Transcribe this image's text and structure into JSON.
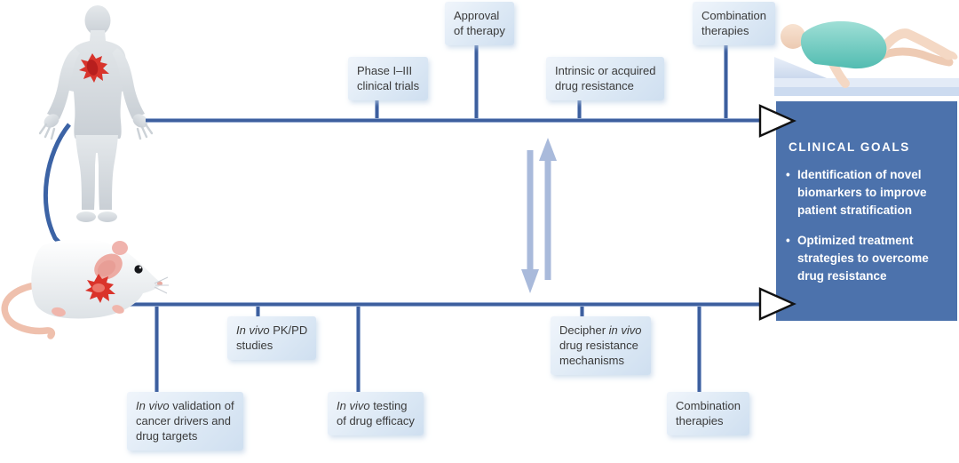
{
  "figure": {
    "top_track": {
      "labels": [
        {
          "line1": "Phase I–III",
          "line2": "clinical trials"
        },
        {
          "line1": "Approval",
          "line2": "of therapy"
        },
        {
          "line1": "Intrinsic or acquired",
          "line2": "drug resistance"
        },
        {
          "line1": "Combination",
          "line2": "therapies"
        }
      ]
    },
    "bottom_track": {
      "labels": [
        {
          "italic": "In vivo",
          "rest": " validation of",
          "line2": "cancer drivers and",
          "line3": "drug targets"
        },
        {
          "italic": "In vivo",
          "rest": " PK/PD",
          "line2": "studies"
        },
        {
          "italic": "In vivo",
          "rest": " testing",
          "line2": "of drug efficacy"
        },
        {
          "pre": "Decipher ",
          "italic": "in vivo",
          "line2": "drug resistance",
          "line3": "mechanisms"
        },
        {
          "line1": "Combination",
          "line2": "therapies"
        }
      ]
    },
    "clinical_goals": {
      "title": "CLINICAL GOALS",
      "bullet_glyph": "•",
      "bullets": [
        "Identification of novel biomarkers to improve patient stratification",
        "Optimized treatment strategies to overcome drug resistance"
      ]
    },
    "icons": {
      "human_figure": "human-silhouette-with-tumor",
      "mouse_figure": "mouse-with-tumor",
      "patient_figure": "patient-lying-in-bed",
      "transfer_arrow": "curved-arrow-human-to-mouse",
      "exchange_arrows": "bidirectional-vertical-arrows"
    },
    "colors": {
      "timeline_blue": "#3d5f9e",
      "timeline_edge": "#94aad1",
      "label_box_bg": "#dde9f5",
      "label_text": "#3a3a3a",
      "goals_panel_bg": "#4c72ac",
      "goals_text": "#ffffff",
      "exchange_arrow": "#a9badb",
      "tumor_red": "#d8342c"
    }
  }
}
